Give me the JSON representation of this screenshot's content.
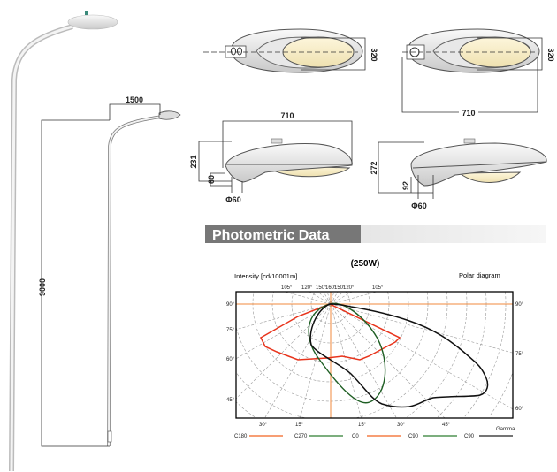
{
  "dimensions": {
    "pole_height": "9000",
    "arm_length": "1500",
    "top_width_left": "320",
    "top_width_right": "320",
    "top_length_right": "710",
    "side_length_left": "710",
    "side_height_left": "231",
    "side_socket_left": "60",
    "side_dia_left": "Φ60",
    "side_height_right": "272",
    "side_socket_right": "92",
    "side_dia_right": "Φ60"
  },
  "banner": {
    "title": "Photometric Data"
  },
  "chart_data": {
    "type": "polar",
    "title": "(250W)",
    "ylabel": "Intensity [cd/10001m]",
    "subtitle": "Polar diagram",
    "top_ticks": [
      "105°",
      "120°",
      "150°",
      "160°",
      "150°",
      "120°",
      "105°"
    ],
    "left_ticks": [
      "90°",
      "75°",
      "60°",
      "45°"
    ],
    "right_ticks": [
      "90°",
      "75°",
      "60°"
    ],
    "bottom_ticks": [
      "30°",
      "15°",
      "15°",
      "30°",
      "45°"
    ],
    "xlabel": "Gamma",
    "legend": [
      {
        "name": "C180",
        "color": "#f26522"
      },
      {
        "name": "C270",
        "color": "#2e7d32"
      },
      {
        "name": "C0",
        "color": "#f26522"
      },
      {
        "name": "C90",
        "color": "#2e7d32"
      },
      {
        "name": "C90",
        "color": "#222222"
      }
    ],
    "series_colors": {
      "red": "#e8341c",
      "green": "#1f5f24",
      "black": "#111111",
      "axes": "#f28a3c"
    }
  }
}
